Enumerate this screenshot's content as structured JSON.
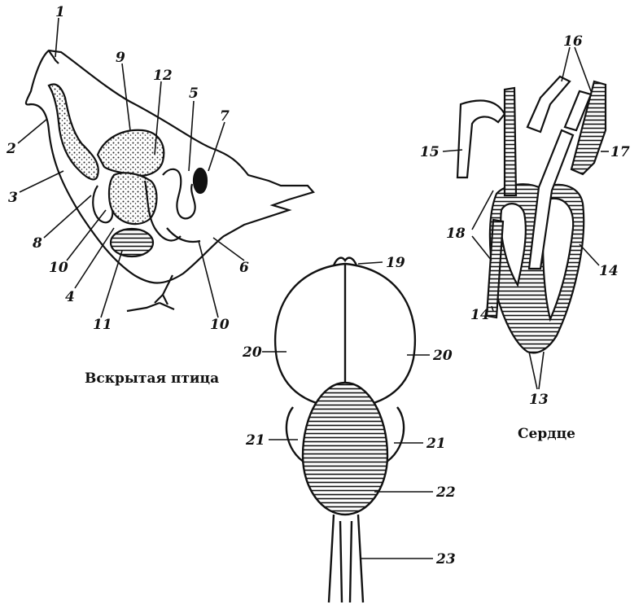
{
  "captions": {
    "bird": "Вскрытая птица",
    "heart": "Сердце"
  },
  "labels": {
    "l1": "1",
    "l2": "2",
    "l3": "3",
    "l4": "4",
    "l5": "5",
    "l6": "6",
    "l7": "7",
    "l8": "8",
    "l9": "9",
    "l10a": "10",
    "l10b": "10",
    "l11": "11",
    "l12": "12",
    "l13": "13",
    "l14a": "14",
    "l14b": "14",
    "l15": "15",
    "l16": "16",
    "l17": "17",
    "l18": "18",
    "l19": "19",
    "l20a": "20",
    "l20b": "20",
    "l21a": "21",
    "l21b": "21",
    "l22": "22",
    "l23": "23"
  }
}
